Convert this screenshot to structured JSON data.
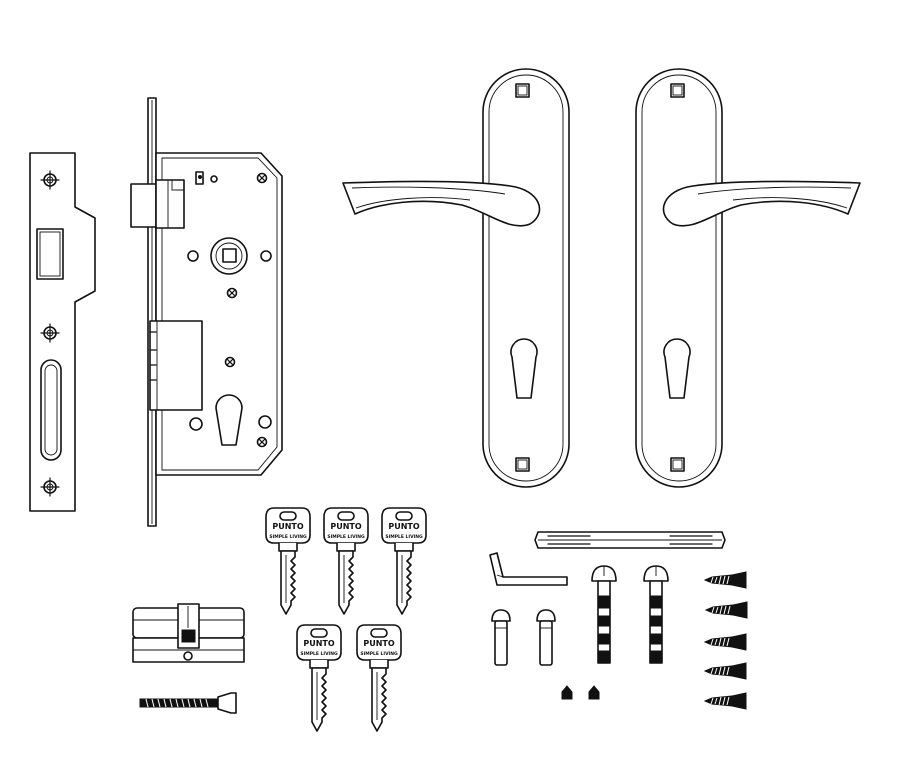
{
  "colors": {
    "line": "#111111",
    "background": "#ffffff"
  },
  "key_labels": {
    "brand": "PUNTO",
    "tagline": "SIMPLE LIVING"
  },
  "keys": [
    {
      "brand": "PUNTO",
      "tagline": "SIMPLE LIVING"
    },
    {
      "brand": "PUNTO",
      "tagline": "SIMPLE LIVING"
    },
    {
      "brand": "PUNTO",
      "tagline": "SIMPLE LIVING"
    },
    {
      "brand": "PUNTO",
      "tagline": "SIMPLE LIVING"
    },
    {
      "brand": "PUNTO",
      "tagline": "SIMPLE LIVING"
    }
  ],
  "counts": {
    "keys": 5,
    "handles": 2,
    "wood_screws": 5,
    "bolts": 2,
    "pins": 2,
    "grub_screws": 2
  }
}
